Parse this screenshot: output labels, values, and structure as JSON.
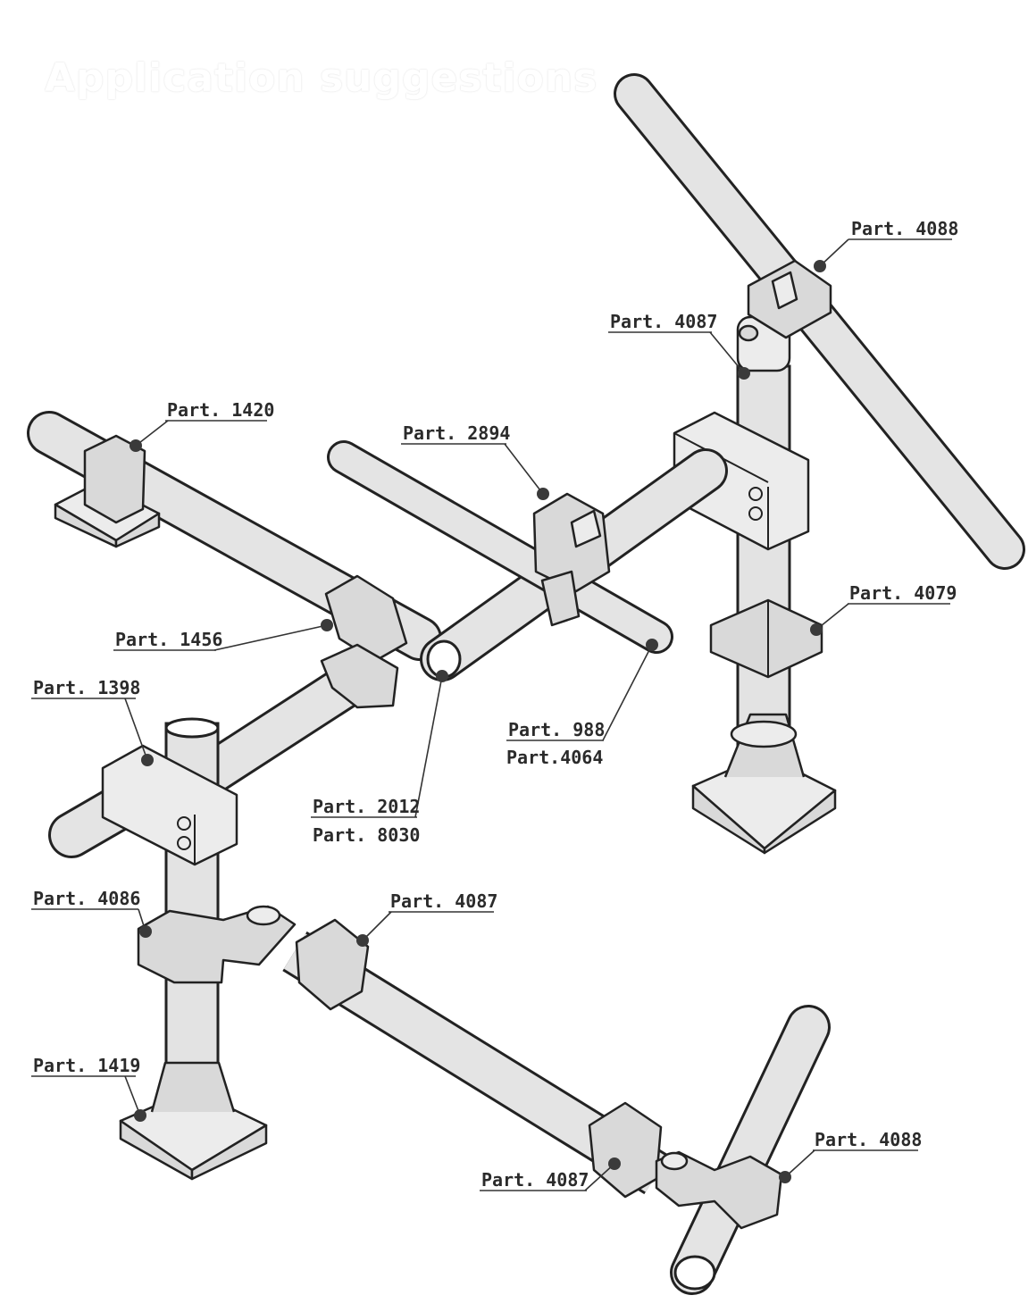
{
  "title": "Application suggestions",
  "labels": {
    "p4088_top": "Part. 4088",
    "p4087_top": "Part. 4087",
    "p1420": "Part. 1420",
    "p2894": "Part. 2894",
    "p4079": "Part. 4079",
    "p1456": "Part. 1456",
    "p1398": "Part. 1398",
    "p988": "Part. 988",
    "p4064": "Part.4064",
    "p2012": "Part. 2012",
    "p8030": "Part. 8030",
    "p4086": "Part. 4086",
    "p4087_mid": "Part. 4087",
    "p1419": "Part. 1419",
    "p4088_bot": "Part. 4088",
    "p4087_bot": "Part. 4087"
  }
}
